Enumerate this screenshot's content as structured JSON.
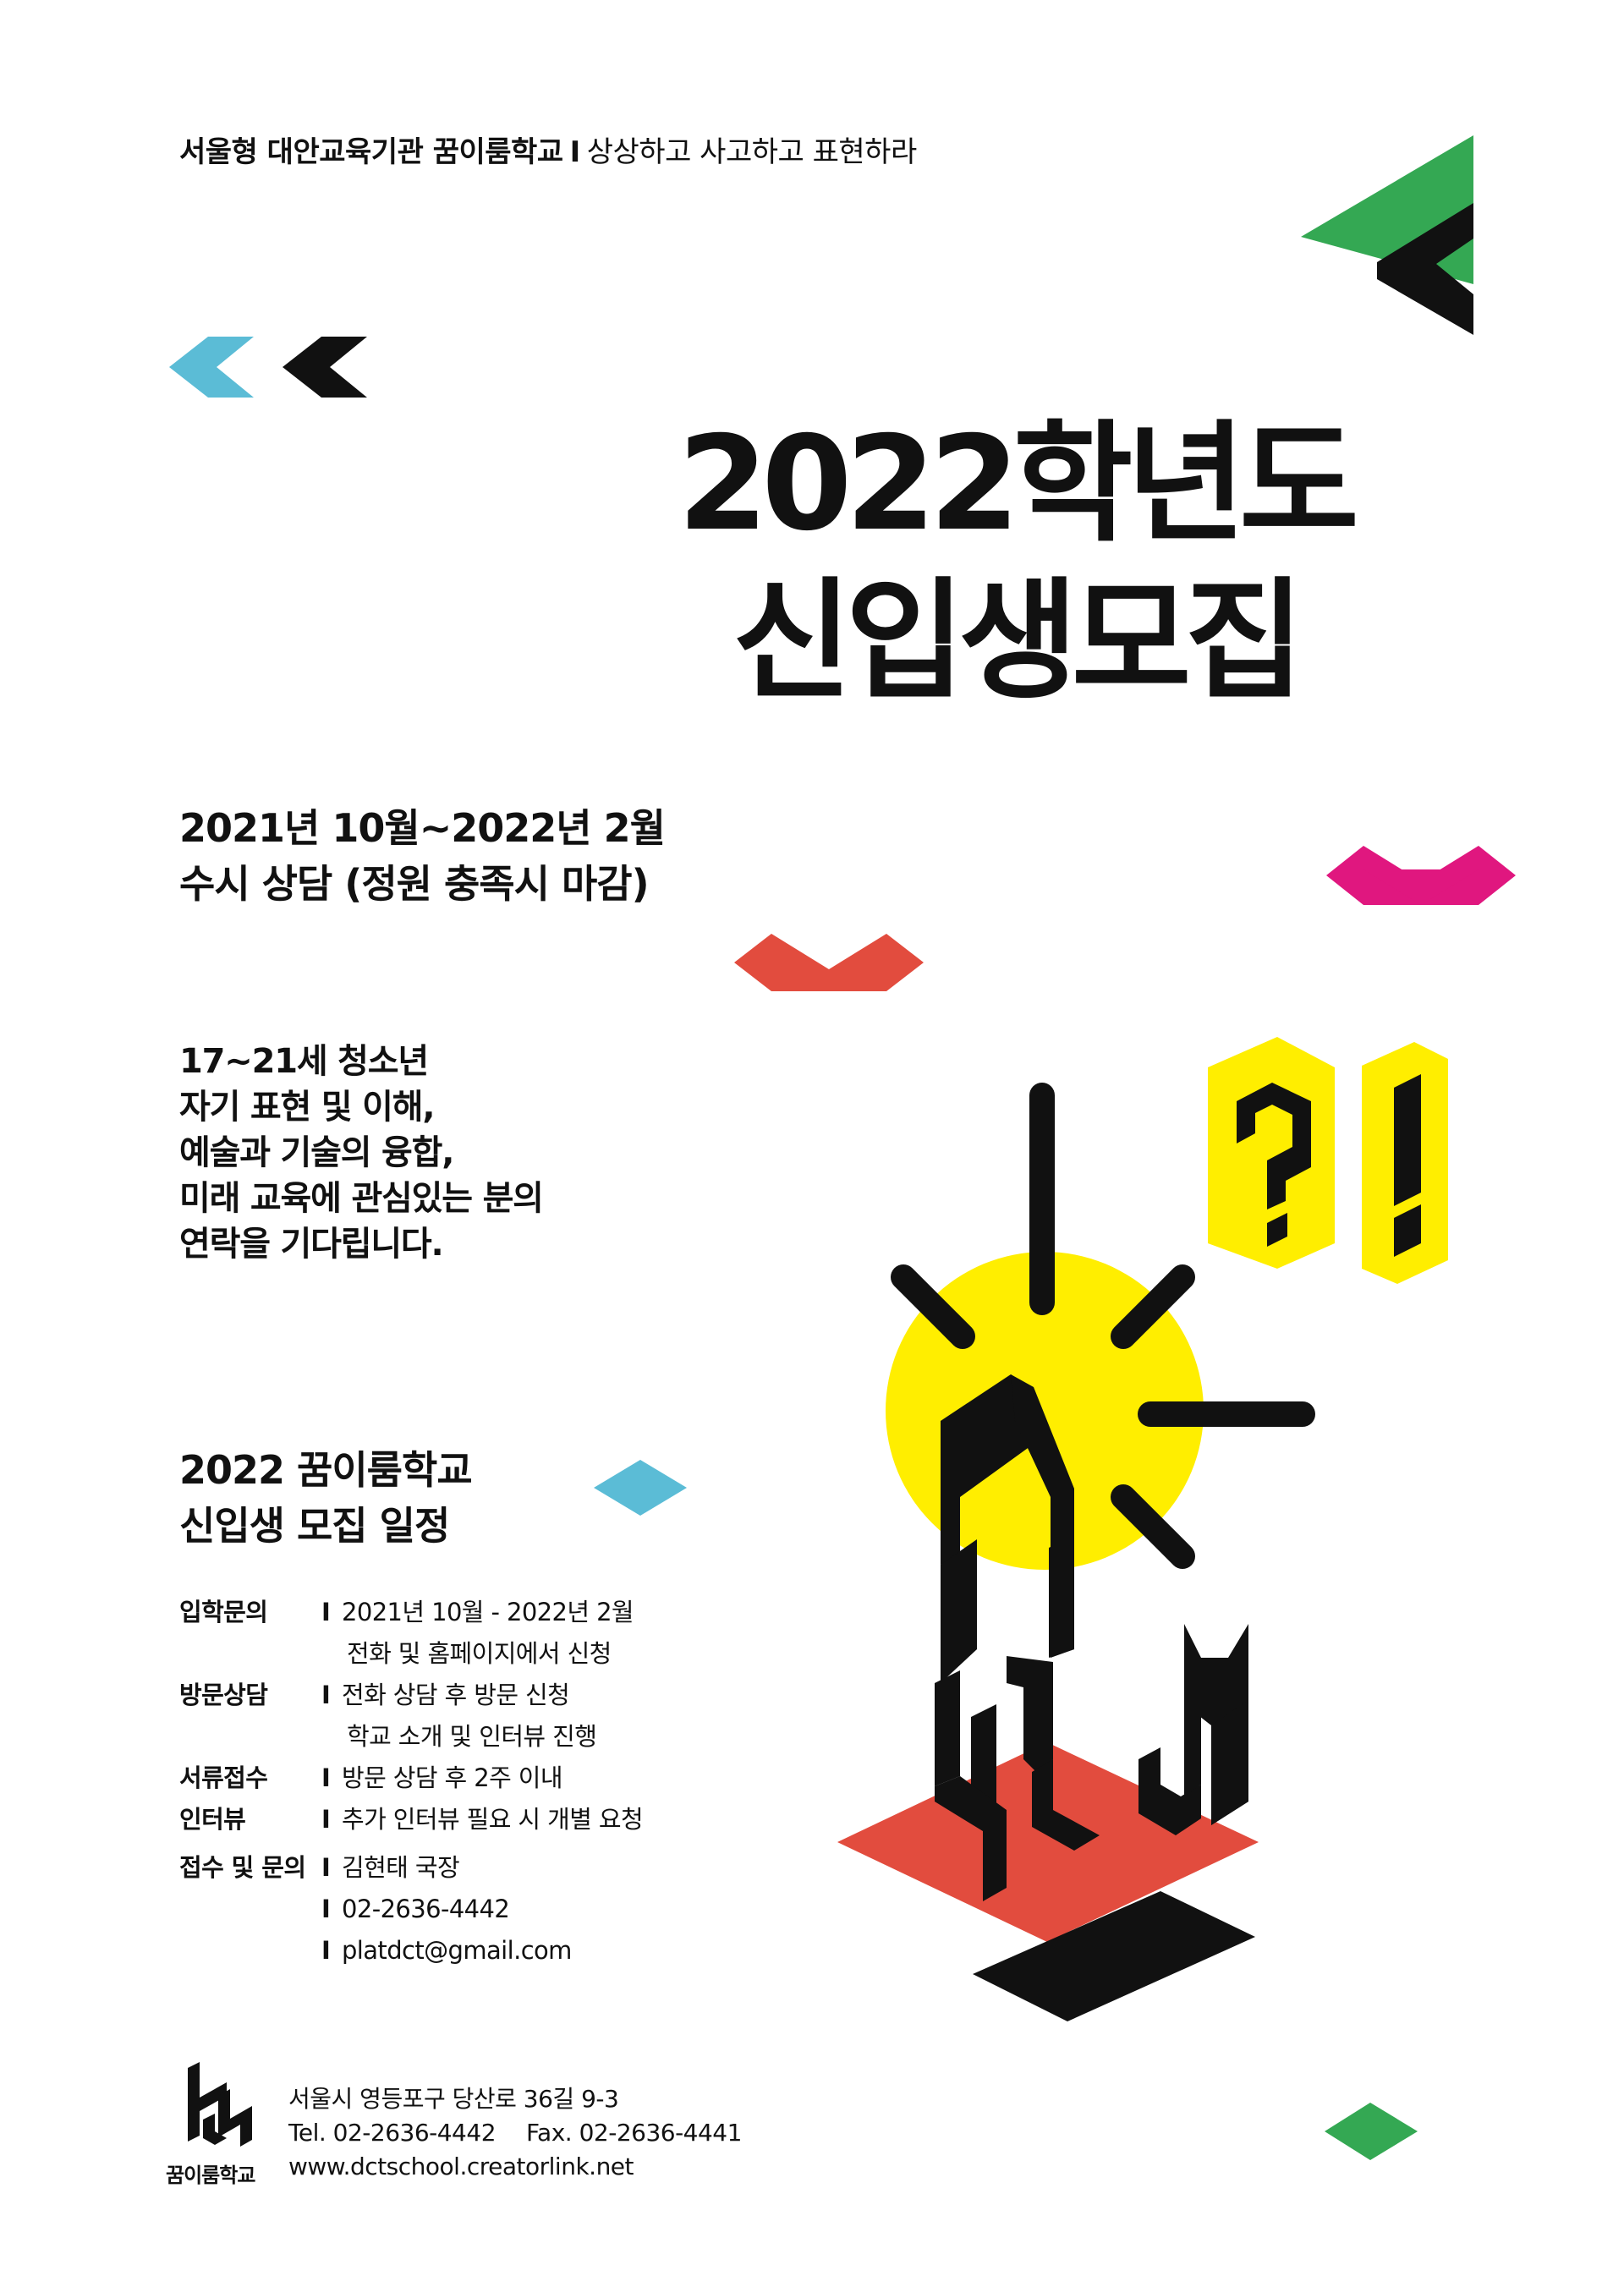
{
  "header": {
    "org": "서울형 대안교육기관 꿈이룸학교",
    "slogan": "상상하고 사고하고 표현하라"
  },
  "headline": {
    "line1": "2022학년도",
    "line2": "신입생모집"
  },
  "period": {
    "line1": "2021년 10월~2022년 2월",
    "line2": "수시 상담 (정원 충족시 마감)"
  },
  "target": {
    "lines": [
      "17~21세 청소년",
      "자기 표현 및 이해,",
      "예술과 기술의 융합,",
      "미래 교육에 관심있는 분의",
      "연락을 기다립니다."
    ]
  },
  "schedule": {
    "title_line1": "2022 꿈이룸학교",
    "title_line2": "신입생 모집 일정",
    "separator": "I",
    "items": [
      {
        "label": "입학문의",
        "lines": [
          "2021년 10월 - 2022년 2월",
          "전화 및 홈페이지에서 신청"
        ]
      },
      {
        "label": "방문상담",
        "lines": [
          "전화 상담 후 방문 신청",
          "학교 소개 및 인터뷰 진행"
        ]
      },
      {
        "label": "서류접수",
        "lines": [
          "방문 상담 후 2주 이내"
        ]
      },
      {
        "label": "인터뷰",
        "lines": [
          "추가 인터뷰 필요 시 개별 요청"
        ]
      }
    ],
    "contact": {
      "label": "접수 및 문의",
      "name": "김현태 국장",
      "phone": "02-2636-4442",
      "email": "platdct@gmail.com"
    }
  },
  "footer": {
    "logo_text": "꿈이룸학교",
    "logo_icon": "dct-school-logo-icon",
    "address": "서울시 영등포구 당산로 36길 9-3",
    "tel": "Tel. 02-2636-4442",
    "fax": "Fax. 02-2636-4441",
    "website": "www.dctschool.creatorlink.net"
  },
  "illustration": {
    "icon": "person-with-cat-under-sun-illustration",
    "symbols": "?!"
  },
  "colors": {
    "green": "#34A853",
    "cyan": "#5BBCD6",
    "magenta": "#E0177F",
    "coral": "#E24C3E",
    "yellow": "#FFEE00",
    "black": "#111111"
  }
}
